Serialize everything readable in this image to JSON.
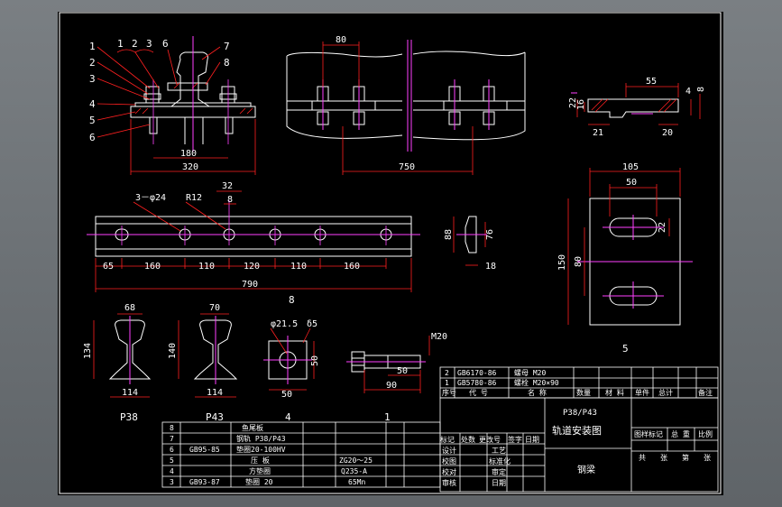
{
  "colors": {
    "background": "#000000",
    "outline": "#ffffff",
    "dimension": "#ff2020",
    "center": "#ff40ff",
    "label": "#ffffff"
  },
  "section_view": {
    "callouts": [
      "1",
      "2",
      "3",
      "4",
      "5",
      "6"
    ],
    "top_labels": [
      "1",
      "2",
      "3",
      "6",
      "7",
      "8"
    ],
    "dims": {
      "inner": "180",
      "outer": "320"
    }
  },
  "rail_side_view": {
    "dims": {
      "top": "80",
      "bottom": "750"
    }
  },
  "clip_view": {
    "dims": {
      "top": "55",
      "height": "22",
      "mid": "16",
      "step": "4",
      "thick": "8",
      "left": "21",
      "right": "20"
    }
  },
  "fishplate": {
    "notes": {
      "holes": "3－φ24",
      "radius": "R12",
      "width": "32",
      "offset": "8"
    },
    "dims": [
      "65",
      "160",
      "110",
      "120",
      "110",
      "160"
    ],
    "total": "790",
    "label": "8"
  },
  "fishplate_section": {
    "dims": {
      "height": "88",
      "inner": "76",
      "thickness": "18"
    }
  },
  "base_plate": {
    "dims": {
      "width": "105",
      "slot": "50",
      "slot_w": "22",
      "height": "150",
      "spacing": "80"
    },
    "label": "5"
  },
  "rail_profiles": [
    {
      "label": "P38",
      "top": "68",
      "height": "134",
      "base": "114"
    },
    {
      "label": "P43",
      "top": "70",
      "height": "140",
      "base": "114"
    }
  ],
  "washer": {
    "label": "4",
    "hole": "φ21.5",
    "thick": "δ5",
    "side": "50",
    "size": "50"
  },
  "bolt": {
    "label": "1",
    "thread": "M20",
    "len": "50",
    "total": "90"
  },
  "bom_top": {
    "rows": [
      {
        "no": "2",
        "code": "GB6170-86",
        "name": "螺母 M20"
      },
      {
        "no": "1",
        "code": "GB5780-86",
        "name": "螺栓 M20×90"
      }
    ],
    "headers": [
      "序号",
      "代  号",
      "名  称",
      "数量",
      "材 料",
      "单件",
      "总计",
      "备注"
    ]
  },
  "bom_bottom": [
    {
      "no": "8",
      "code": "",
      "name": "鱼尾板",
      "material": ""
    },
    {
      "no": "7",
      "code": "",
      "name": "钢轨 P38/P43",
      "material": ""
    },
    {
      "no": "6",
      "code": "GB95-85",
      "name": "垫圈20-100HV",
      "material": ""
    },
    {
      "no": "5",
      "code": "",
      "name": "压  板",
      "material": "ZG20～25"
    },
    {
      "no": "4",
      "code": "",
      "name": "方垫圈",
      "material": "Q235-A"
    },
    {
      "no": "3",
      "code": "GB93-87",
      "name": "垫圈 20",
      "material": "65Mn"
    }
  ],
  "title_block": {
    "title_top": "P38/P43",
    "title_main": "轨道安装图",
    "material": "钢梁",
    "rev_headers": [
      "标记",
      "处数",
      "更改号",
      "签字",
      "日期"
    ],
    "roles": [
      "设计",
      "校图",
      "校对",
      "审核"
    ],
    "checks": [
      "工艺",
      "标准化",
      "审定",
      "日期"
    ],
    "right_headers": [
      "图样标记",
      "总  重",
      "比例"
    ],
    "sheet_labels": [
      "共",
      "张",
      "第",
      "张"
    ]
  }
}
